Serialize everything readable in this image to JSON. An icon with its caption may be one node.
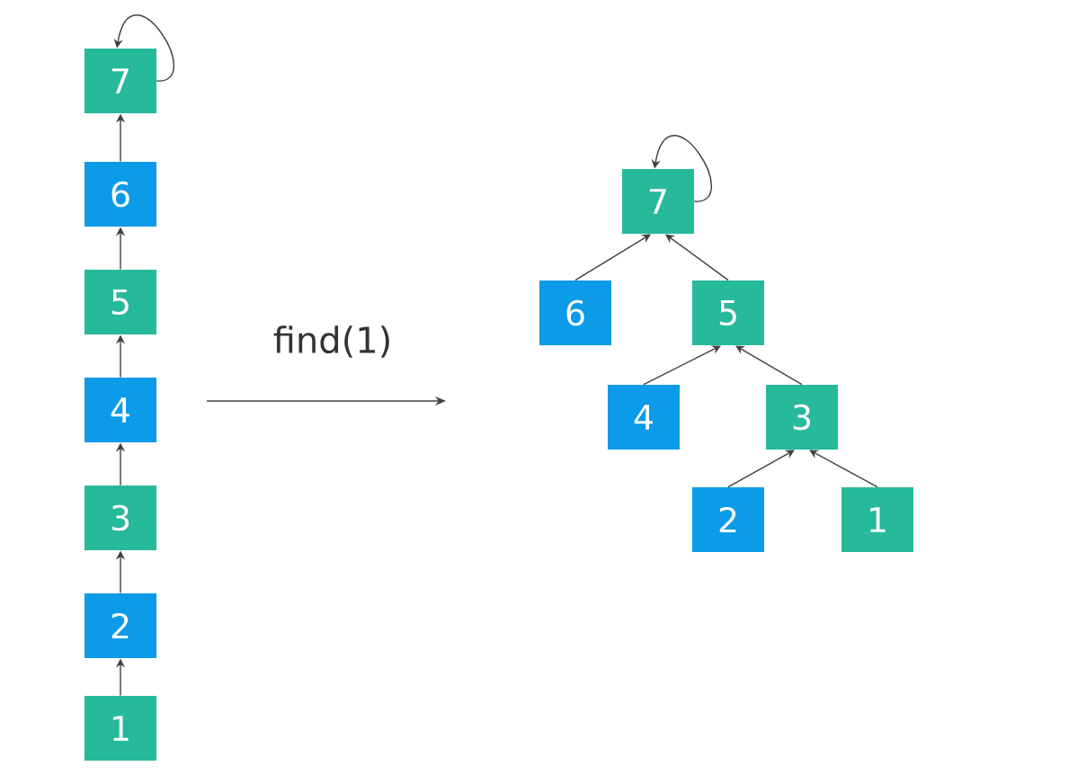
{
  "diagram": {
    "nodes": [
      {
        "text": [
          "7"
        ]
      },
      {
        "text": [
          "6"
        ]
      },
      {
        "text": [
          "5"
        ]
      },
      {
        "text": [
          "4"
        ]
      },
      {
        "text": [
          "3"
        ]
      },
      {
        "text": [
          "2"
        ]
      },
      {
        "text": [
          "1"
        ]
      },
      {
        "text": [
          "7"
        ]
      },
      {
        "text": [
          "6"
        ]
      },
      {
        "text": [
          "5"
        ]
      },
      {
        "text": [
          "4"
        ]
      },
      {
        "text": [
          "3"
        ]
      },
      {
        "text": [
          "2"
        ]
      },
      {
        "text": [
          "1"
        ]
      }
    ],
    "edges": [
      {
        "from": 0,
        "to": 0,
        "arrow": "to"
      },
      {
        "from": 1,
        "to": 0,
        "arrow": "to"
      },
      {
        "from": 2,
        "to": 1,
        "arrow": "to"
      },
      {
        "from": 3,
        "to": 2,
        "arrow": "to"
      },
      {
        "from": 4,
        "to": 3,
        "arrow": "to"
      },
      {
        "from": 5,
        "to": 4,
        "arrow": "to"
      },
      {
        "from": 6,
        "to": 5,
        "arrow": "to"
      },
      {
        "from": 7,
        "to": 7,
        "arrow": "to"
      },
      {
        "from": 8,
        "to": 7,
        "arrow": "to"
      },
      {
        "from": 9,
        "to": 7,
        "arrow": "to"
      },
      {
        "from": 10,
        "to": 9,
        "arrow": "to"
      },
      {
        "from": 11,
        "to": 9,
        "arrow": "to"
      },
      {
        "from": 12,
        "to": 11,
        "arrow": "to"
      },
      {
        "from": 13,
        "to": 11,
        "arrow": "to"
      }
    ],
    "labels": [
      "find(1)"
    ]
  }
}
